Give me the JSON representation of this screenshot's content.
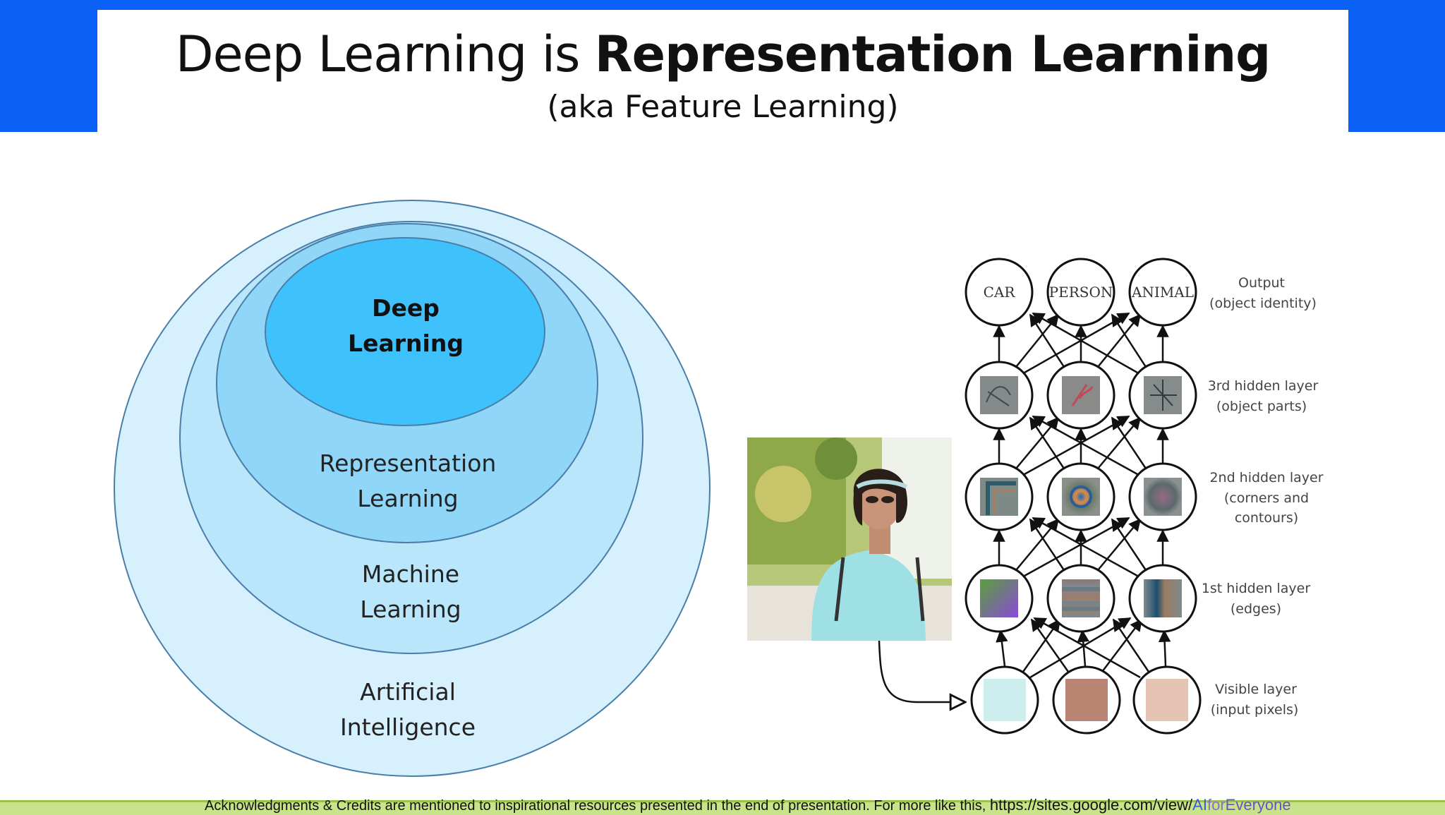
{
  "header": {
    "title_plain": "Deep Learning is ",
    "title_bold": "Representation Learning",
    "subtitle": "(aka Feature Learning)"
  },
  "venn": {
    "deep_line1": "Deep",
    "deep_line2": "Learning",
    "repr_line1": "Representation",
    "repr_line2": "Learning",
    "ml_line1": "Machine",
    "ml_line2": "Learning",
    "ai_line1": "Artificial",
    "ai_line2": "Intelligence",
    "colors": {
      "ai": "#d6f1fd",
      "ml": "#b9e6fb",
      "repr": "#8fd6f8",
      "deep": "#3fc2fb"
    }
  },
  "network": {
    "output_nodes": [
      "CAR",
      "PERSON",
      "ANIMAL"
    ],
    "layer_labels": {
      "output_1": "Output",
      "output_2": "(object identity)",
      "hidden3_1": "3rd hidden layer",
      "hidden3_2": "(object parts)",
      "hidden2_1": "2nd hidden layer",
      "hidden2_2": "(corners and",
      "hidden2_3": "contours)",
      "hidden1_1": "1st hidden layer",
      "hidden1_2": "(edges)",
      "visible_1": "Visible layer",
      "visible_2": "(input pixels)"
    },
    "pixel_colors": [
      "#cdeeee",
      "#b98572",
      "#e6c4b3"
    ]
  },
  "footer": {
    "text": "Acknowledgments & Credits are mentioned to inspirational resources presented in the end of presentation.  For more like this, ",
    "url_main": "https://sites.google.com/view/",
    "url_ai": "AI",
    "url_for": "for",
    "url_everyone": "Everyone"
  }
}
